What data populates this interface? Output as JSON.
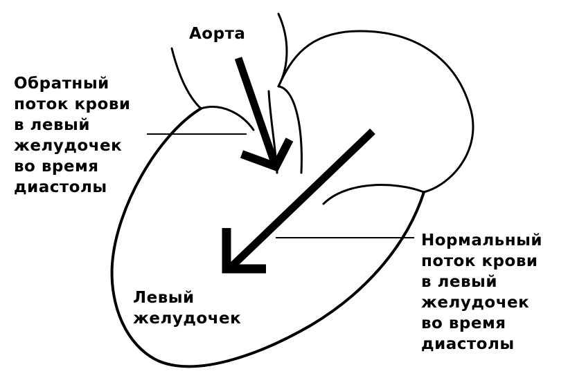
{
  "colors": {
    "ink": "#000000",
    "background": "#ffffff"
  },
  "labels": {
    "aorta": "Аорта",
    "backflow": [
      "Обратный",
      "поток крови",
      "в левый",
      "желудочек",
      "во время",
      "диастолы"
    ],
    "ventricle": [
      "Левый",
      "желудочек"
    ],
    "normal": [
      "Нормальный",
      "поток крови",
      "в левый",
      "желудочек",
      "во время",
      "диастолы"
    ]
  }
}
